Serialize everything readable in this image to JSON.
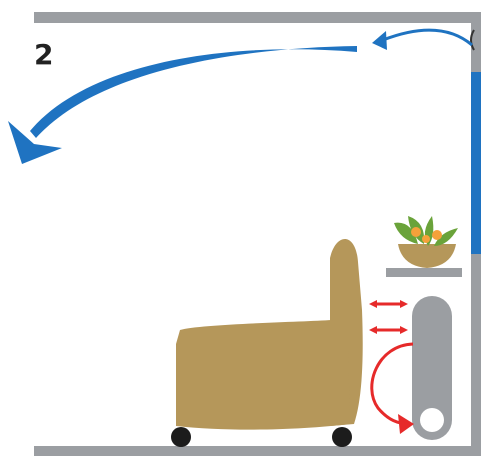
{
  "diagram": {
    "step_number": "2",
    "elements": {
      "ceiling": "ceiling",
      "floor": "floor",
      "wall": "wall",
      "window_glass": "window",
      "airflow_arrow": "air-flow-arrow",
      "armchair": "armchair",
      "plant_bowl": "plant",
      "shelf": "shelf",
      "radiator": "radiator",
      "heat_arrows": "heat-arrows"
    }
  },
  "colors": {
    "structure": "#9b9ea2",
    "window_blue": "#1f73c1",
    "chair": "#b5975a",
    "chair_wheels": "#1c1c1c",
    "radiator": "#9b9ea2",
    "heat_arrow": "#e62a2a",
    "bowl": "#b5975a",
    "leaf": "#6aa33a",
    "flower": "#f5a13a"
  }
}
